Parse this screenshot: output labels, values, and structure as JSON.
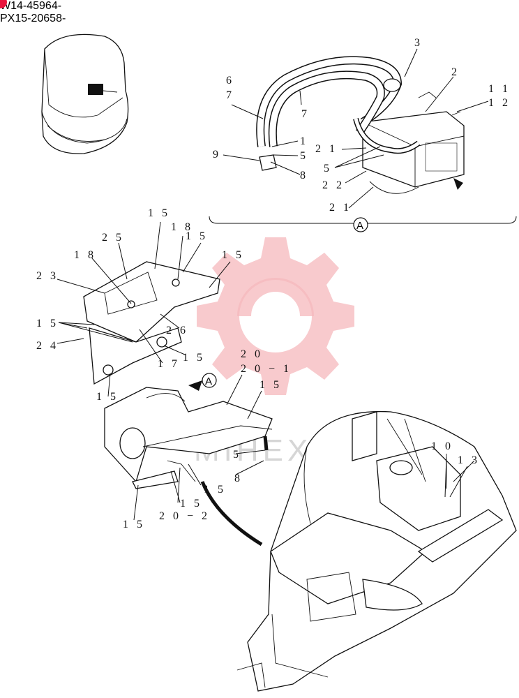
{
  "serials": [
    "W14-45964-",
    "PX15-20658-"
  ],
  "watermark": "MIHEX",
  "detail_ref": "A",
  "labels": [
    {
      "id": "l3",
      "text": "3"
    },
    {
      "id": "l2",
      "text": "2"
    },
    {
      "id": "l11",
      "text": "1 1"
    },
    {
      "id": "l12",
      "text": "1 2"
    },
    {
      "id": "l6",
      "text": "6"
    },
    {
      "id": "l7a",
      "text": "7"
    },
    {
      "id": "l7b",
      "text": "7"
    },
    {
      "id": "l1",
      "text": "1"
    },
    {
      "id": "l9",
      "text": "9"
    },
    {
      "id": "l5a",
      "text": "5"
    },
    {
      "id": "l8a",
      "text": "8"
    },
    {
      "id": "l21a",
      "text": "2 1"
    },
    {
      "id": "l5b",
      "text": "5"
    },
    {
      "id": "l22",
      "text": "2 2"
    },
    {
      "id": "l21b",
      "text": "2 1"
    },
    {
      "id": "l15a",
      "text": "1 5"
    },
    {
      "id": "l18a",
      "text": "1 8"
    },
    {
      "id": "l15b",
      "text": "1 5"
    },
    {
      "id": "l25",
      "text": "2 5"
    },
    {
      "id": "l18b",
      "text": "1 8"
    },
    {
      "id": "l15c",
      "text": "1 5"
    },
    {
      "id": "l23",
      "text": "2 3"
    },
    {
      "id": "l15d",
      "text": "1 5"
    },
    {
      "id": "l26",
      "text": "2 6"
    },
    {
      "id": "l24",
      "text": "2 4"
    },
    {
      "id": "l17",
      "text": "1 7"
    },
    {
      "id": "l15e",
      "text": "1 5"
    },
    {
      "id": "l20",
      "text": "2 0"
    },
    {
      "id": "l20_1",
      "text": "2 0 − 1"
    },
    {
      "id": "l15f",
      "text": "1 5"
    },
    {
      "id": "l15g",
      "text": "1 5"
    },
    {
      "id": "l5c",
      "text": "5"
    },
    {
      "id": "l8b",
      "text": "8"
    },
    {
      "id": "l15h",
      "text": "1 5"
    },
    {
      "id": "l15i",
      "text": "1 5"
    },
    {
      "id": "l20_2",
      "text": "2 0 − 2"
    },
    {
      "id": "l15j",
      "text": "1 5"
    },
    {
      "id": "l10",
      "text": "1 0"
    },
    {
      "id": "l13",
      "text": "1 3"
    }
  ]
}
